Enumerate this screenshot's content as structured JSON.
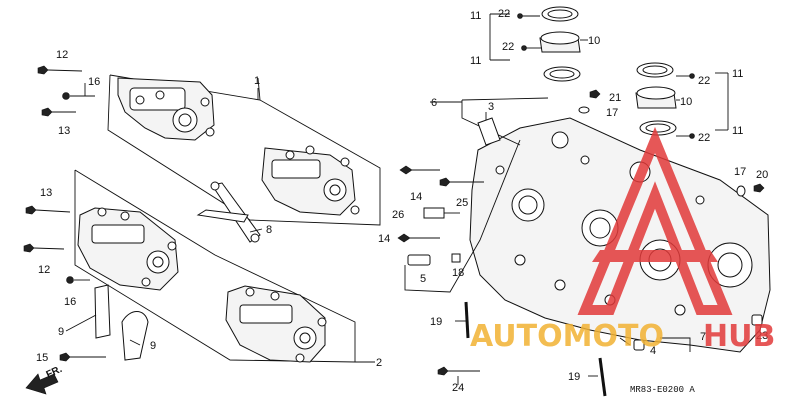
{
  "diagram": {
    "code": "MR83-E0200 A",
    "direction_label": "FR.",
    "callouts": [
      "1",
      "2",
      "3",
      "4",
      "5",
      "6",
      "7",
      "8",
      "9",
      "9",
      "10",
      "10",
      "11",
      "11",
      "11",
      "11",
      "12",
      "12",
      "13",
      "13",
      "14",
      "14",
      "15",
      "16",
      "16",
      "17",
      "17",
      "18",
      "19",
      "19",
      "20",
      "21",
      "22",
      "22",
      "22",
      "22",
      "23",
      "24",
      "25",
      "26"
    ]
  },
  "watermark": {
    "text_a": "AUTOMOTO",
    "text_b": "HUB",
    "color_a": "#f2b233",
    "color_b": "#e23a3a"
  }
}
